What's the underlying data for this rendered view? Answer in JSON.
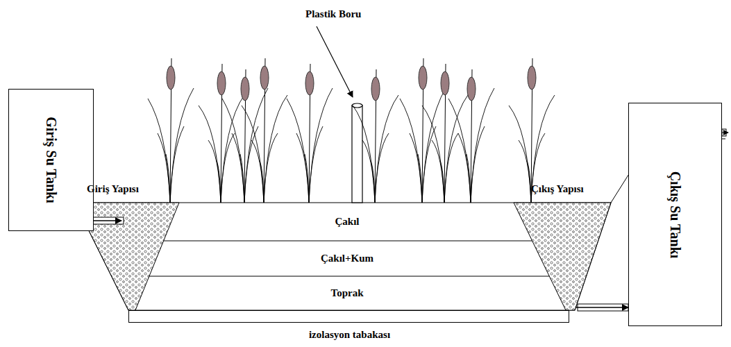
{
  "diagram": {
    "nodes": [
      {
        "text": [
          "Giriş Su Tankı"
        ]
      },
      {
        "text": [
          "Giriş Yapısı"
        ]
      },
      {
        "text": [
          "Çakıl"
        ]
      },
      {
        "text": [
          "Çakıl+Kum"
        ]
      },
      {
        "text": [
          "Toprak"
        ]
      },
      {
        "text": [
          "izolasyon tabakası"
        ]
      },
      {
        "text": [
          "Çıkış Yapısı"
        ]
      },
      {
        "text": [
          "Çıkış Su Tankı"
        ]
      }
    ],
    "edges": [
      {
        "from": 0,
        "to": 1,
        "arrow": "to"
      },
      {
        "from": 6,
        "to": 7,
        "arrow": "to"
      }
    ],
    "labels": [
      "Plastik Boru"
    ]
  }
}
